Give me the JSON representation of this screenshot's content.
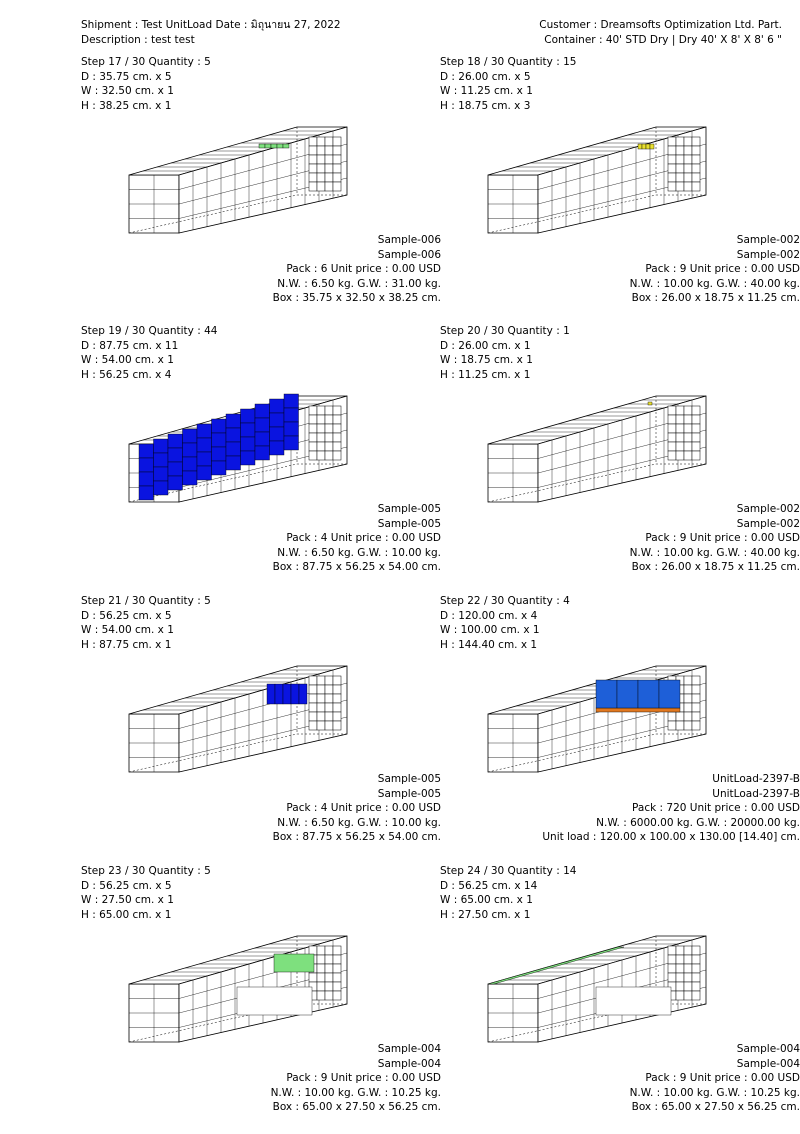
{
  "header": {
    "shipment_line": "Shipment : Test UnitLoad  Date : มิถุนายน 27, 2022",
    "description_line": "Description : test test",
    "customer_line": "Customer : Dreamsofts Optimization Ltd. Part.",
    "container_line": "Container  : 40' STD Dry | Dry 40' X 8' X 8' 6 \""
  },
  "steps": [
    {
      "step_line": "Step 17 / 30  Quantity : 5",
      "d_line": "D : 35.75 cm. x 5",
      "w_line": "W : 32.50 cm. x 1",
      "h_line": "H : 38.25 cm. x 1",
      "name1": "Sample-006",
      "name2": "Sample-006",
      "pack_line": "Pack : 6  Unit price : 0.00 USD",
      "weight_line": "N.W. : 6.50 kg.  G.W. : 31.00 kg.",
      "box_line": "Box : 35.75 x 32.50 x 38.25 cm.",
      "highlight": "small-green-top",
      "color": "#7ee07e"
    },
    {
      "step_line": "Step 18 / 30  Quantity : 15",
      "d_line": "D : 26.00 cm. x 5",
      "w_line": "W : 11.25 cm. x 1",
      "h_line": "H : 18.75 cm. x 3",
      "name1": "Sample-002",
      "name2": "Sample-002",
      "pack_line": "Pack : 9  Unit price : 0.00 USD",
      "weight_line": "N.W. : 10.00 kg.  G.W. : 40.00 kg.",
      "box_line": "Box : 26.00 x 18.75 x 11.25 cm.",
      "highlight": "tiny-yellow",
      "color": "#e8e030"
    },
    {
      "step_line": "Step 19 / 30  Quantity : 44",
      "d_line": "D : 87.75 cm. x 11",
      "w_line": "W : 54.00 cm. x 1",
      "h_line": "H : 56.25 cm. x 4",
      "name1": "Sample-005",
      "name2": "Sample-005",
      "pack_line": "Pack : 4  Unit price : 0.00 USD",
      "weight_line": "N.W. : 6.50 kg.  G.W. : 10.00 kg.",
      "box_line": "Box : 87.75 x 56.25 x 54.00 cm.",
      "highlight": "big-blue",
      "color": "#0a14e0"
    },
    {
      "step_line": "Step 20 / 30  Quantity : 1",
      "d_line": "D : 26.00 cm. x 1",
      "w_line": "W : 18.75 cm. x 1",
      "h_line": "H : 11.25 cm. x 1",
      "name1": "Sample-002",
      "name2": "Sample-002",
      "pack_line": "Pack : 9  Unit price : 0.00 USD",
      "weight_line": "N.W. : 10.00 kg.  G.W. : 40.00 kg.",
      "box_line": "Box : 26.00 x 18.75 x 11.25 cm.",
      "highlight": "dot-yellow",
      "color": "#e8e030"
    },
    {
      "step_line": "Step 21 / 30  Quantity : 5",
      "d_line": "D : 56.25 cm. x 5",
      "w_line": "W : 54.00 cm. x 1",
      "h_line": "H : 87.75 cm. x 1",
      "name1": "Sample-005",
      "name2": "Sample-005",
      "pack_line": "Pack : 4  Unit price : 0.00 USD",
      "weight_line": "N.W. : 6.50 kg.  G.W. : 10.00 kg.",
      "box_line": "Box : 87.75 x 56.25 x 54.00 cm.",
      "highlight": "mid-blue",
      "color": "#0a14e0"
    },
    {
      "step_line": "Step 22 / 30  Quantity : 4",
      "d_line": "D : 120.00 cm. x 4",
      "w_line": "W : 100.00 cm. x 1",
      "h_line": "H : 144.40 cm. x 1",
      "name1": "UnitLoad-2397-B",
      "name2": "UnitLoad-2397-B",
      "pack_line": "Pack : 720  Unit price : 0.00 USD",
      "weight_line": "N.W. : 6000.00 kg.  G.W. : 20000.00 kg.",
      "box_line": "Unit load : 120.00 x 100.00 x 130.00 [14.40] cm.",
      "highlight": "unitload",
      "color": "#1e5fd8"
    },
    {
      "step_line": "Step 23 / 30  Quantity : 5",
      "d_line": "D : 56.25 cm. x 5",
      "w_line": "W : 27.50 cm. x 1",
      "h_line": "H : 65.00 cm. x 1",
      "name1": "Sample-004",
      "name2": "Sample-004",
      "pack_line": "Pack : 9  Unit price : 0.00 USD",
      "weight_line": "N.W. : 10.00 kg.  G.W. : 10.25 kg.",
      "box_line": "Box : 65.00 x 27.50 x 56.25 cm.",
      "highlight": "green-mid",
      "color": "#7ee07e"
    },
    {
      "step_line": "Step 24 / 30  Quantity : 14",
      "d_line": "D : 56.25 cm. x 14",
      "w_line": "W : 65.00 cm. x 1",
      "h_line": "H : 27.50 cm. x 1",
      "name1": "Sample-004",
      "name2": "Sample-004",
      "pack_line": "Pack : 9  Unit price : 0.00 USD",
      "weight_line": "N.W. : 10.00 kg.  G.W. : 10.25 kg.",
      "box_line": "Box : 65.00 x 27.50 x 56.25 cm.",
      "highlight": "green-long",
      "color": "#7ee07e"
    }
  ]
}
